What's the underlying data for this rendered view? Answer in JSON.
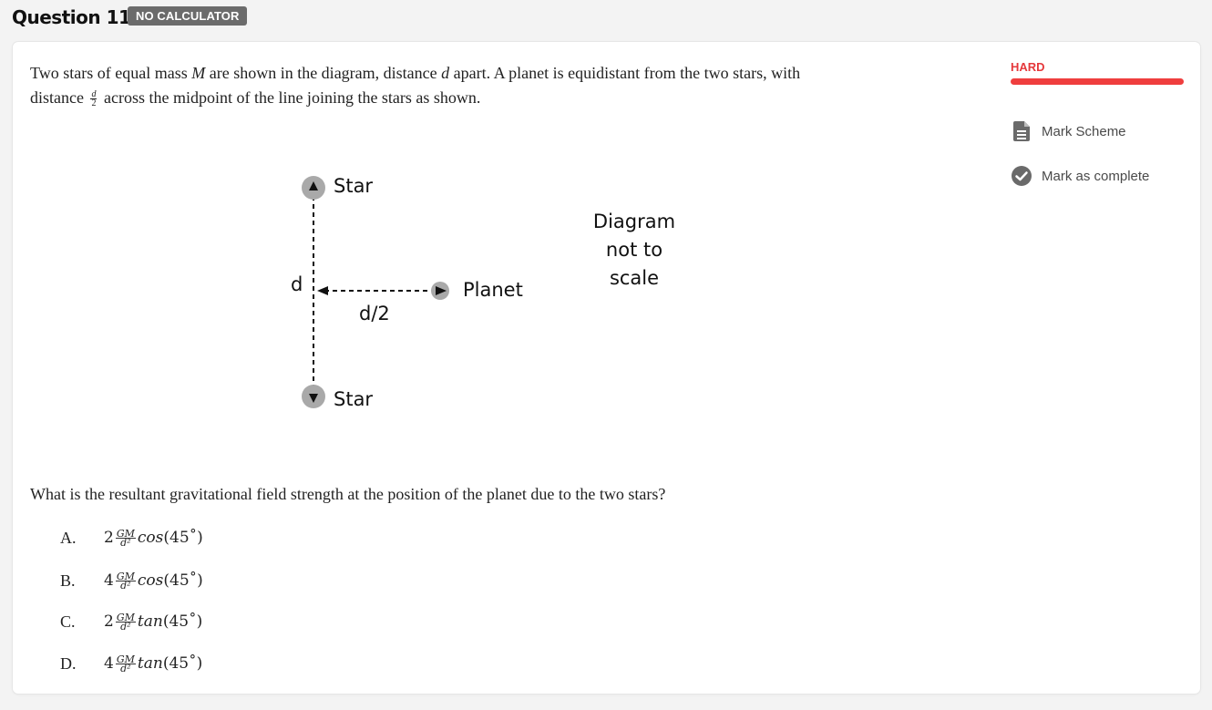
{
  "header": {
    "question_title": "Question 11",
    "calculator_badge": "NO CALCULATOR"
  },
  "question": {
    "intro_1": "Two stars of equal mass ",
    "mass_symbol": "M",
    "intro_2": " are shown in the diagram, distance ",
    "distance_symbol": "d",
    "intro_3": " apart. A planet is equidistant from the two stars, with",
    "intro_4": "distance ",
    "frac_num": "d",
    "frac_den": "2",
    "intro_5": " across the midpoint of the line joining the stars as shown.",
    "prompt": "What is the resultant gravitational field strength at the position of the planet due to the two stars?"
  },
  "diagram": {
    "star_top_label": "Star",
    "star_bottom_label": "Star",
    "planet_label": "Planet",
    "d_label": "d",
    "half_d_label": "d/2",
    "note_line1": "Diagram",
    "note_line2": "not to scale"
  },
  "options": [
    {
      "letter": "A.",
      "coef": "2",
      "num": "GM",
      "den": "d²",
      "func": "cos",
      "arg": "(45˚)"
    },
    {
      "letter": "B.",
      "coef": "4",
      "num": "GM",
      "den": "d²",
      "func": "cos",
      "arg": "(45˚)"
    },
    {
      "letter": "C.",
      "coef": "2",
      "num": "GM",
      "den": "d²",
      "func": "tan",
      "arg": "(45˚)"
    },
    {
      "letter": "D.",
      "coef": "4",
      "num": "GM",
      "den": "d²",
      "func": "tan",
      "arg": "(45˚)"
    }
  ],
  "sidebar": {
    "difficulty": "HARD",
    "mark_scheme": "Mark Scheme",
    "mark_complete": "Mark as complete",
    "difficulty_color": "#e5383b"
  }
}
